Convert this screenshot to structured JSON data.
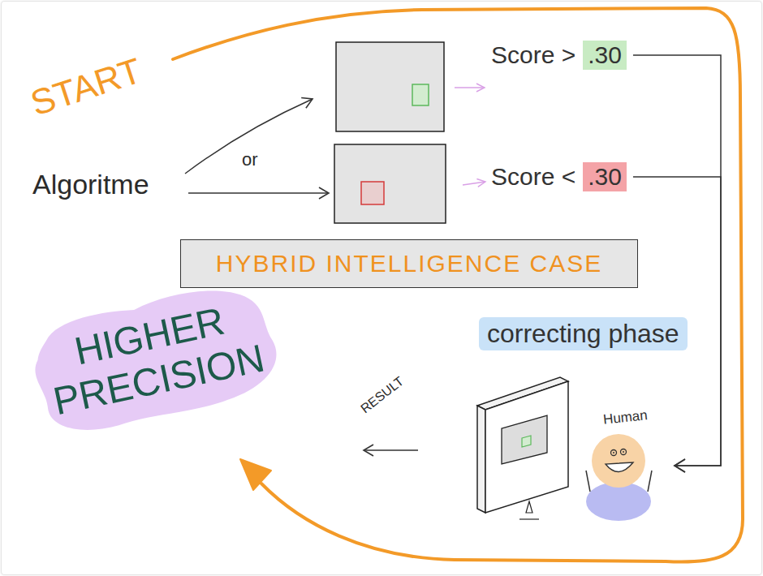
{
  "diagram": {
    "nodes": [
      {
        "text": [
          "Score >",
          ".30"
        ]
      },
      {
        "text": [
          "Score <",
          ".30"
        ]
      },
      {
        "text": [
          "HYBRID INTELLIGENCE CASE"
        ]
      },
      {
        "text": [
          "HIGHER PRECISION"
        ]
      },
      {
        "text": [
          "correcting phase"
        ]
      },
      {
        "text": [
          "Human"
        ]
      }
    ],
    "edges": [
      {
        "from": 0,
        "to": 5,
        "arrow": "to"
      },
      {
        "from": 1,
        "to": 5,
        "arrow": "to"
      }
    ],
    "labels": [
      "START",
      "Algoritme",
      "or",
      "RESULT"
    ]
  }
}
